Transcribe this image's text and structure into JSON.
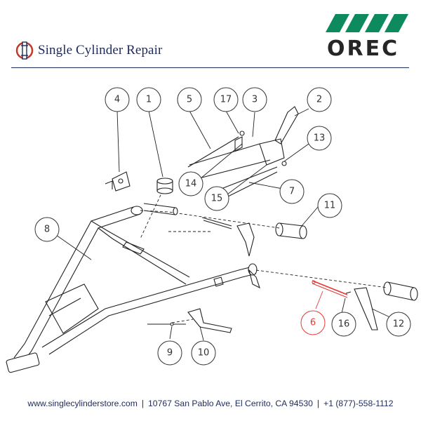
{
  "header": {
    "brand_name": "Single Cylinder Repair",
    "logo_name": "OREC",
    "brand_color": "#1f2a5c",
    "logo_color": "#0e8a5f"
  },
  "diagram": {
    "callouts": [
      {
        "id": "callout-1",
        "label": "1"
      },
      {
        "id": "callout-2",
        "label": "2"
      },
      {
        "id": "callout-3",
        "label": "3"
      },
      {
        "id": "callout-4",
        "label": "4"
      },
      {
        "id": "callout-5",
        "label": "5"
      },
      {
        "id": "callout-6",
        "label": "6",
        "highlight_color": "#e53935"
      },
      {
        "id": "callout-7",
        "label": "7"
      },
      {
        "id": "callout-8",
        "label": "8"
      },
      {
        "id": "callout-9",
        "label": "9"
      },
      {
        "id": "callout-10",
        "label": "10"
      },
      {
        "id": "callout-11",
        "label": "11"
      },
      {
        "id": "callout-12",
        "label": "12"
      },
      {
        "id": "callout-13",
        "label": "13"
      },
      {
        "id": "callout-14",
        "label": "14"
      },
      {
        "id": "callout-15",
        "label": "15"
      },
      {
        "id": "callout-16",
        "label": "16"
      },
      {
        "id": "callout-17",
        "label": "17"
      }
    ]
  },
  "footer": {
    "website": "www.singlecylinderstore.com",
    "address": "10767 San Pablo Ave, El Cerrito, CA 94530",
    "phone": "+1 (877)-558-1112",
    "separator": "|"
  }
}
